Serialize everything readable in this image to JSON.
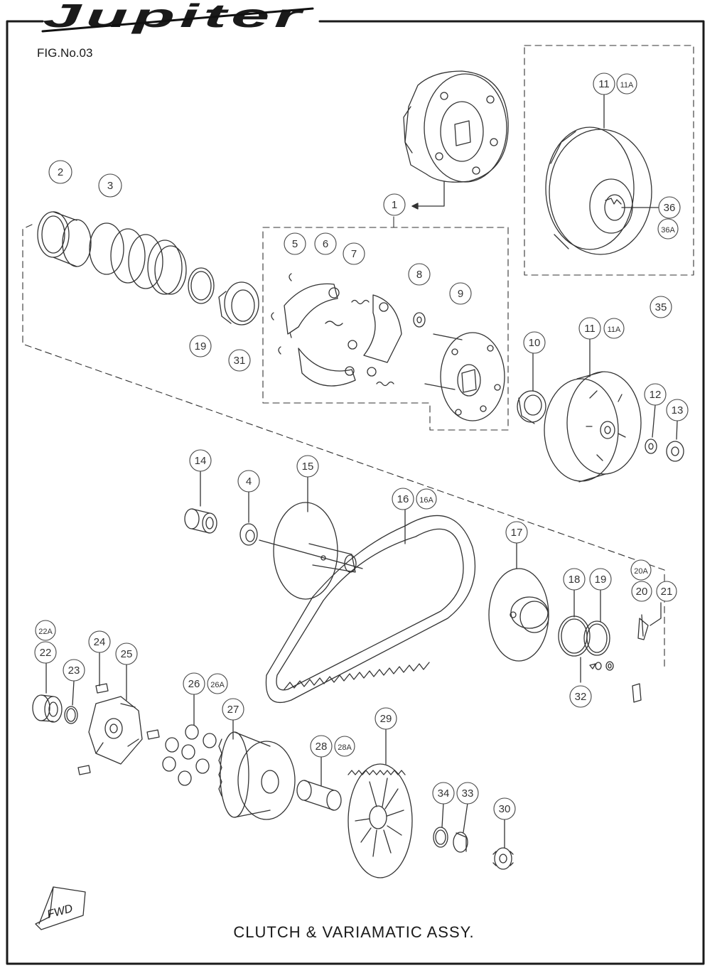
{
  "brand": {
    "logo_text": "Jupiter"
  },
  "figure": {
    "number": "FIG.No.03",
    "caption": "CLUTCH & VARIAMATIC ASSY."
  },
  "direction_marker": {
    "label": "FWD"
  },
  "colors": {
    "line": "#333333",
    "frame": "#1a1a1a",
    "paper": "#ffffff"
  },
  "callouts": {
    "c1": "1",
    "c2": "2",
    "c3": "3",
    "c4": "4",
    "c5": "5",
    "c6": "6",
    "c7": "7",
    "c8": "8",
    "c9": "9",
    "c10": "10",
    "c11a": "11",
    "c11Aa": "11A",
    "c11b": "11",
    "c11Ab": "11A",
    "c12": "12",
    "c13": "13",
    "c14": "14",
    "c15": "15",
    "c16": "16",
    "c16A": "16A",
    "c17": "17",
    "c18": "18",
    "c19a": "19",
    "c19b": "19",
    "c20": "20",
    "c20A": "20A",
    "c21": "21",
    "c22": "22",
    "c22A": "22A",
    "c23": "23",
    "c24": "24",
    "c25": "25",
    "c26": "26",
    "c26A": "26A",
    "c27": "27",
    "c28": "28",
    "c28A": "28A",
    "c29": "29",
    "c30": "30",
    "c31": "31",
    "c32": "32",
    "c33": "33",
    "c34": "34",
    "c35": "35",
    "c36": "36",
    "c36A": "36A"
  }
}
